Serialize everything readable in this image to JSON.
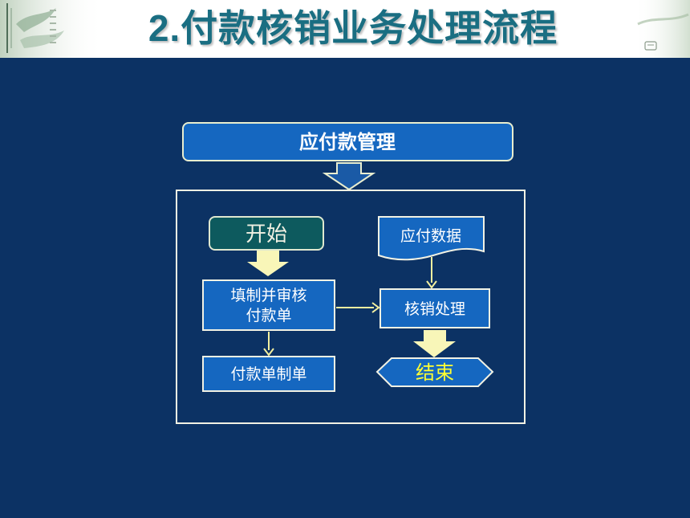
{
  "slide": {
    "title": "2.付款核销业务处理流程"
  },
  "flow": {
    "top_box": "应付款管理",
    "start": "开始",
    "fill_review_line1": "填制并审核",
    "fill_review_line2": "付款单",
    "voucher": "付款单制单",
    "payable_data": "应付数据",
    "writeoff": "核销处理",
    "end": "结束"
  },
  "colors": {
    "background": "#0c3264",
    "title": "#1a6e82",
    "box_fill": "#1567c0",
    "box_border": "#f2f2e4",
    "start_fill": "#0d5a5e",
    "arrow_yellow": "#f8f6b8",
    "end_text": "#ffff33"
  }
}
